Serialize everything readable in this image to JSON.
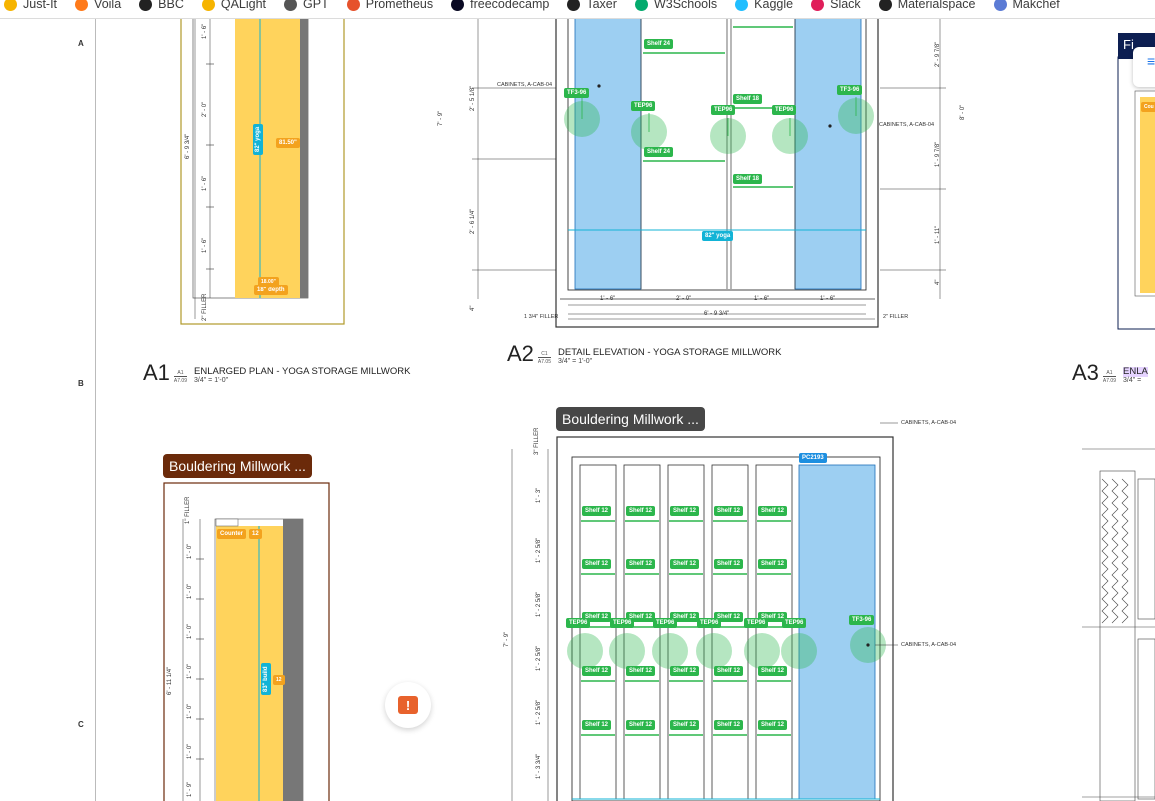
{
  "bookmarks": [
    {
      "label": "Just-It",
      "icon": "just-it-icon",
      "color": "#f6b400"
    },
    {
      "label": "Voila",
      "icon": "voila-icon",
      "color": "#ff7a1a"
    },
    {
      "label": "BBC",
      "icon": "bbc-icon",
      "color": "#222222"
    },
    {
      "label": "QALight",
      "icon": "qalight-icon",
      "color": "#f6b400"
    },
    {
      "label": "GPT",
      "icon": "gpt-icon",
      "color": "#555555"
    },
    {
      "label": "Prometheus",
      "icon": "prometheus-icon",
      "color": "#e6522c"
    },
    {
      "label": "freecodecamp",
      "icon": "freecodecamp-icon",
      "color": "#0a0a23"
    },
    {
      "label": "Taxer",
      "icon": "taxer-icon",
      "color": "#222222"
    },
    {
      "label": "W3Schools",
      "icon": "w3schools-icon",
      "color": "#04aa6d"
    },
    {
      "label": "Kaggle",
      "icon": "kaggle-icon",
      "color": "#20beff"
    },
    {
      "label": "Slack",
      "icon": "slack-icon",
      "color": "#e01e5a"
    },
    {
      "label": "Materialspace",
      "icon": "materialspace-icon",
      "color": "#222222"
    },
    {
      "label": "Makchef",
      "icon": "makchef-icon",
      "color": "#5b7bd5"
    }
  ],
  "grid_letters": [
    "A",
    "B",
    "C"
  ],
  "colors": {
    "green": "#2cb64c",
    "orange": "#f3a21e",
    "cyan": "#12b3d6",
    "blue_fill": "#9dcff2",
    "yellow_fill": "#ffd35c",
    "brown": "#6b2a0a",
    "navy": "#0d1f52"
  },
  "drawings": {
    "a1": {
      "num": "A1",
      "ref_top": "A1",
      "ref_bottom": "A7.09",
      "title": "ENLARGED PLAN - YOGA STORAGE MILLWORK",
      "scale": "3/4\" = 1'-0\"",
      "dims": [
        "1' - 6\"",
        "2' - 0\"",
        "1' - 6\"",
        "1' - 6\"",
        "6' - 9 3/4\"",
        "2\" FILLER"
      ],
      "tags": {
        "yoga": "82\" yoga",
        "w": "81.50\"",
        "depth": "18\" depth",
        "small": "18.00\""
      }
    },
    "a2": {
      "num": "A2",
      "ref_top": "C1",
      "ref_bottom": "A7.05",
      "title": "DETAIL ELEVATION - YOGA STORAGE MILLWORK",
      "scale": "3/4\" = 1'-0\"",
      "callouts": [
        "CABINETS, A-CAB-04",
        "CABINETS, A-CAB-04",
        "1 3/4\" FILLER",
        "2\" FILLER"
      ],
      "dims_bottom": [
        "1' - 6\"",
        "2' - 0\"",
        "1' - 6\"",
        "1' - 6\""
      ],
      "dim_total": "6' - 9 3/4\"",
      "dims_left": [
        "2' - 5 1/8\"",
        "2' - 6 1/4\"",
        "7' - 9\"",
        "4\""
      ],
      "dims_right": [
        "2' - 9 7/8\"",
        "1' - 9 7/8\"",
        "1' - 11\"",
        "4\"",
        "8' - 0\""
      ],
      "tags": {
        "shelf24a": "Shelf 24",
        "shelf24b": "Shelf 24",
        "shelf18a": "Shelf 18",
        "shelf18b": "Shelf 18",
        "tf3a": "TF3-96",
        "tf3b": "TF3-96",
        "tep1": "TEP96",
        "tep2": "TEP96",
        "tep3": "TEP96",
        "yoga": "82\" yoga"
      }
    },
    "a3": {
      "num": "A3",
      "ref_top": "A1",
      "ref_bottom": "A7.09",
      "title": "ENLA",
      "scale": "3/4\" =",
      "fi": "Fi",
      "tag": "Cou"
    },
    "b1": {
      "cloud": "Bouldering Millwork ...",
      "dims": [
        "1\" FILLER",
        "1' - 0\"",
        "1' - 0\"",
        "1' - 0\"",
        "1' - 0\"",
        "6' - 11 1/4\"",
        "1' - 0\"",
        "1' - 0\"",
        "1' - 9\""
      ],
      "tags": {
        "counter": "Counter",
        "c12": "12",
        "build": "83\" build",
        "small": "12"
      }
    },
    "b2": {
      "cloud": "Bouldering Millwork ...",
      "callouts": [
        "CABINETS, A-CAB-04",
        "CABINETS, A-CAB-04"
      ],
      "dims_left": [
        "3\" FILLER",
        "1' - 3\"",
        "1' - 2 5/8\"",
        "1' - 2 5/8\"",
        "7' - 9\"",
        "1' - 2 5/8\"",
        "1' - 2 5/8\"",
        "1' - 3 3/4\""
      ],
      "pc": "PC2193",
      "tf3": "TF3-96",
      "shelf": "Shelf 12",
      "tep": "TEP96"
    }
  },
  "feedback_icon": "feedback-icon"
}
